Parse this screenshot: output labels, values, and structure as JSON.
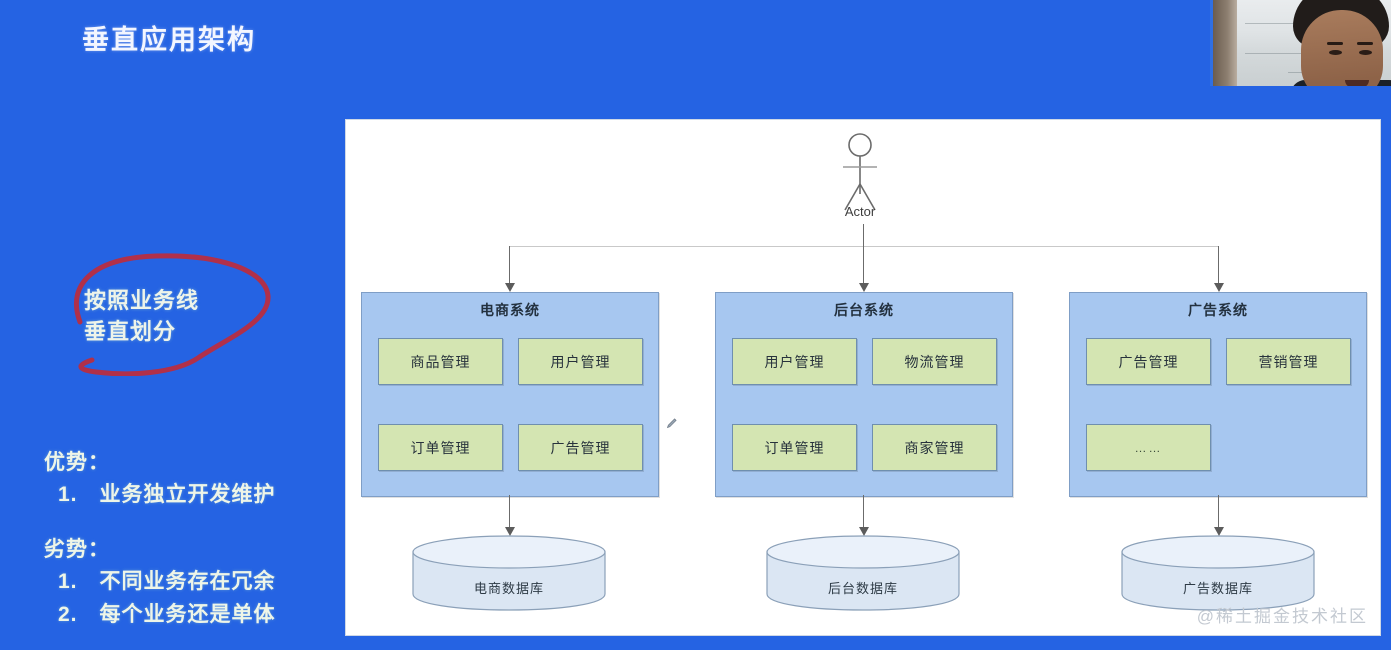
{
  "slide": {
    "title": "垂直应用架构",
    "background_color": "#2563e3",
    "annotation_text_line1": "按照业务线",
    "annotation_text_line2": "垂直划分",
    "annotation_circle_color": "#b0304a",
    "pros_heading": "优势：",
    "pros_items": [
      "1.　业务独立开发维护"
    ],
    "cons_heading": "劣势：",
    "cons_items": [
      "1.　不同业务存在冗余",
      "2.　每个业务还是单体"
    ]
  },
  "diagram": {
    "actor_label": "Actor",
    "canvas_color": "#ffffff",
    "system_box_color": "#a7c7f0",
    "module_box_color": "#d4e5b2",
    "systems": [
      {
        "title": "电商系统",
        "modules": [
          "商品管理",
          "用户管理",
          "订单管理",
          "广告管理"
        ],
        "database": "电商数据库"
      },
      {
        "title": "后台系统",
        "modules": [
          "用户管理",
          "物流管理",
          "订单管理",
          "商家管理"
        ],
        "database": "后台数据库"
      },
      {
        "title": "广告系统",
        "modules": [
          "广告管理",
          "营销管理",
          "……"
        ],
        "database": "广告数据库"
      }
    ]
  },
  "watermark": "@稀土掘金技术社区"
}
